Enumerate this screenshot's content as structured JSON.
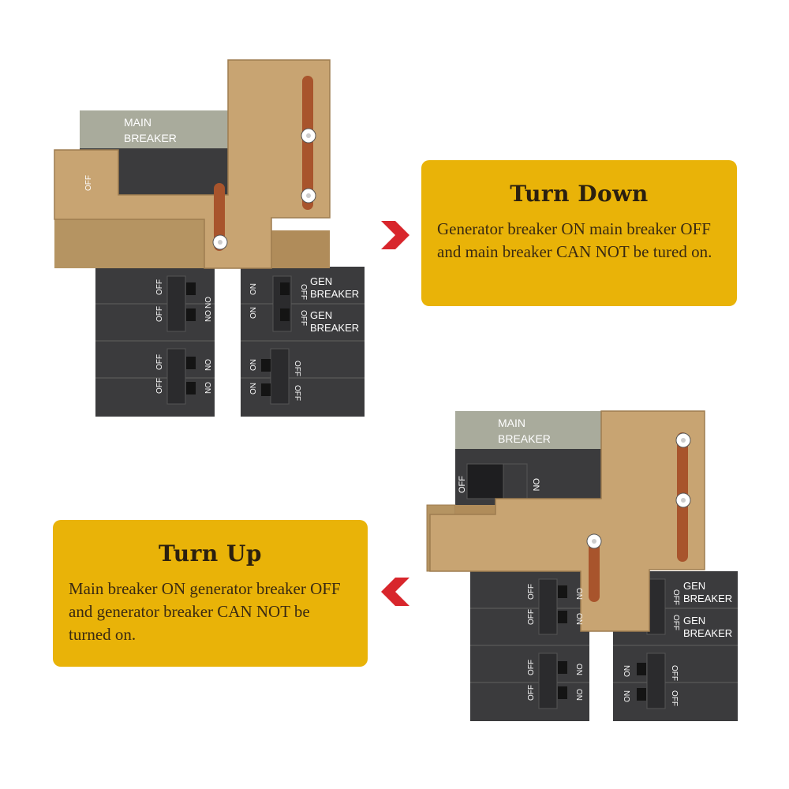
{
  "top_diagram": {
    "main_breaker_label": [
      "MAIN",
      "BREAKER"
    ],
    "main_switch_label": "OFF",
    "left_column": {
      "rows": [
        {
          "left": "OFF",
          "right": "ON"
        },
        {
          "left": "OFF",
          "right": "ON"
        },
        {
          "left": "OFF",
          "right": "ON"
        },
        {
          "left": "OFF",
          "right": "ON"
        }
      ]
    },
    "right_column": {
      "rows": [
        {
          "left": "ON",
          "right": "OFF",
          "label": [
            "GEN",
            "BREAKER"
          ]
        },
        {
          "left": "ON",
          "right": "OFF",
          "label": [
            "GEN",
            "BREAKER"
          ]
        },
        {
          "left": "ON",
          "right": "OFF",
          "label": []
        },
        {
          "left": "ON",
          "right": "OFF",
          "label": []
        }
      ]
    }
  },
  "bottom_diagram": {
    "main_breaker_label": [
      "MAIN",
      "BREAKER"
    ],
    "main_switch_labels": {
      "left": "OFF",
      "right": "ON"
    },
    "left_column": {
      "rows": [
        {
          "left": "OFF",
          "right": "ON"
        },
        {
          "left": "OFF",
          "right": "ON"
        },
        {
          "left": "OFF",
          "right": "ON"
        },
        {
          "left": "OFF",
          "right": "ON"
        }
      ]
    },
    "right_column": {
      "rows": [
        {
          "left": "",
          "right": "OFF",
          "label": [
            "GEN",
            "BREAKER"
          ]
        },
        {
          "left": "",
          "right": "OFF",
          "label": [
            "GEN",
            "BREAKER"
          ]
        },
        {
          "left": "ON",
          "right": "OFF",
          "label": []
        },
        {
          "left": "ON",
          "right": "OFF",
          "label": []
        }
      ]
    }
  },
  "panel_down": {
    "title": "Turn Down",
    "description": "Generator breaker ON main breaker OFF and main breaker CAN NOT be tured on."
  },
  "panel_up": {
    "title": "Turn Up",
    "description": "Main breaker ON generator breaker OFF and generator breaker CAN NOT be turned on."
  },
  "colors": {
    "panel": "#e9b308",
    "plate": "#c8a472",
    "plate_dark": "#b08c5a",
    "slot": "#a8542c",
    "breaker": "#3b3b3d",
    "breaker_dark": "#2a2a2c",
    "label_bg": "#a9ab9c",
    "arrow": "#d8262c"
  },
  "icons": {
    "arrow_right": "chevron-right-icon",
    "arrow_left": "chevron-left-icon"
  }
}
